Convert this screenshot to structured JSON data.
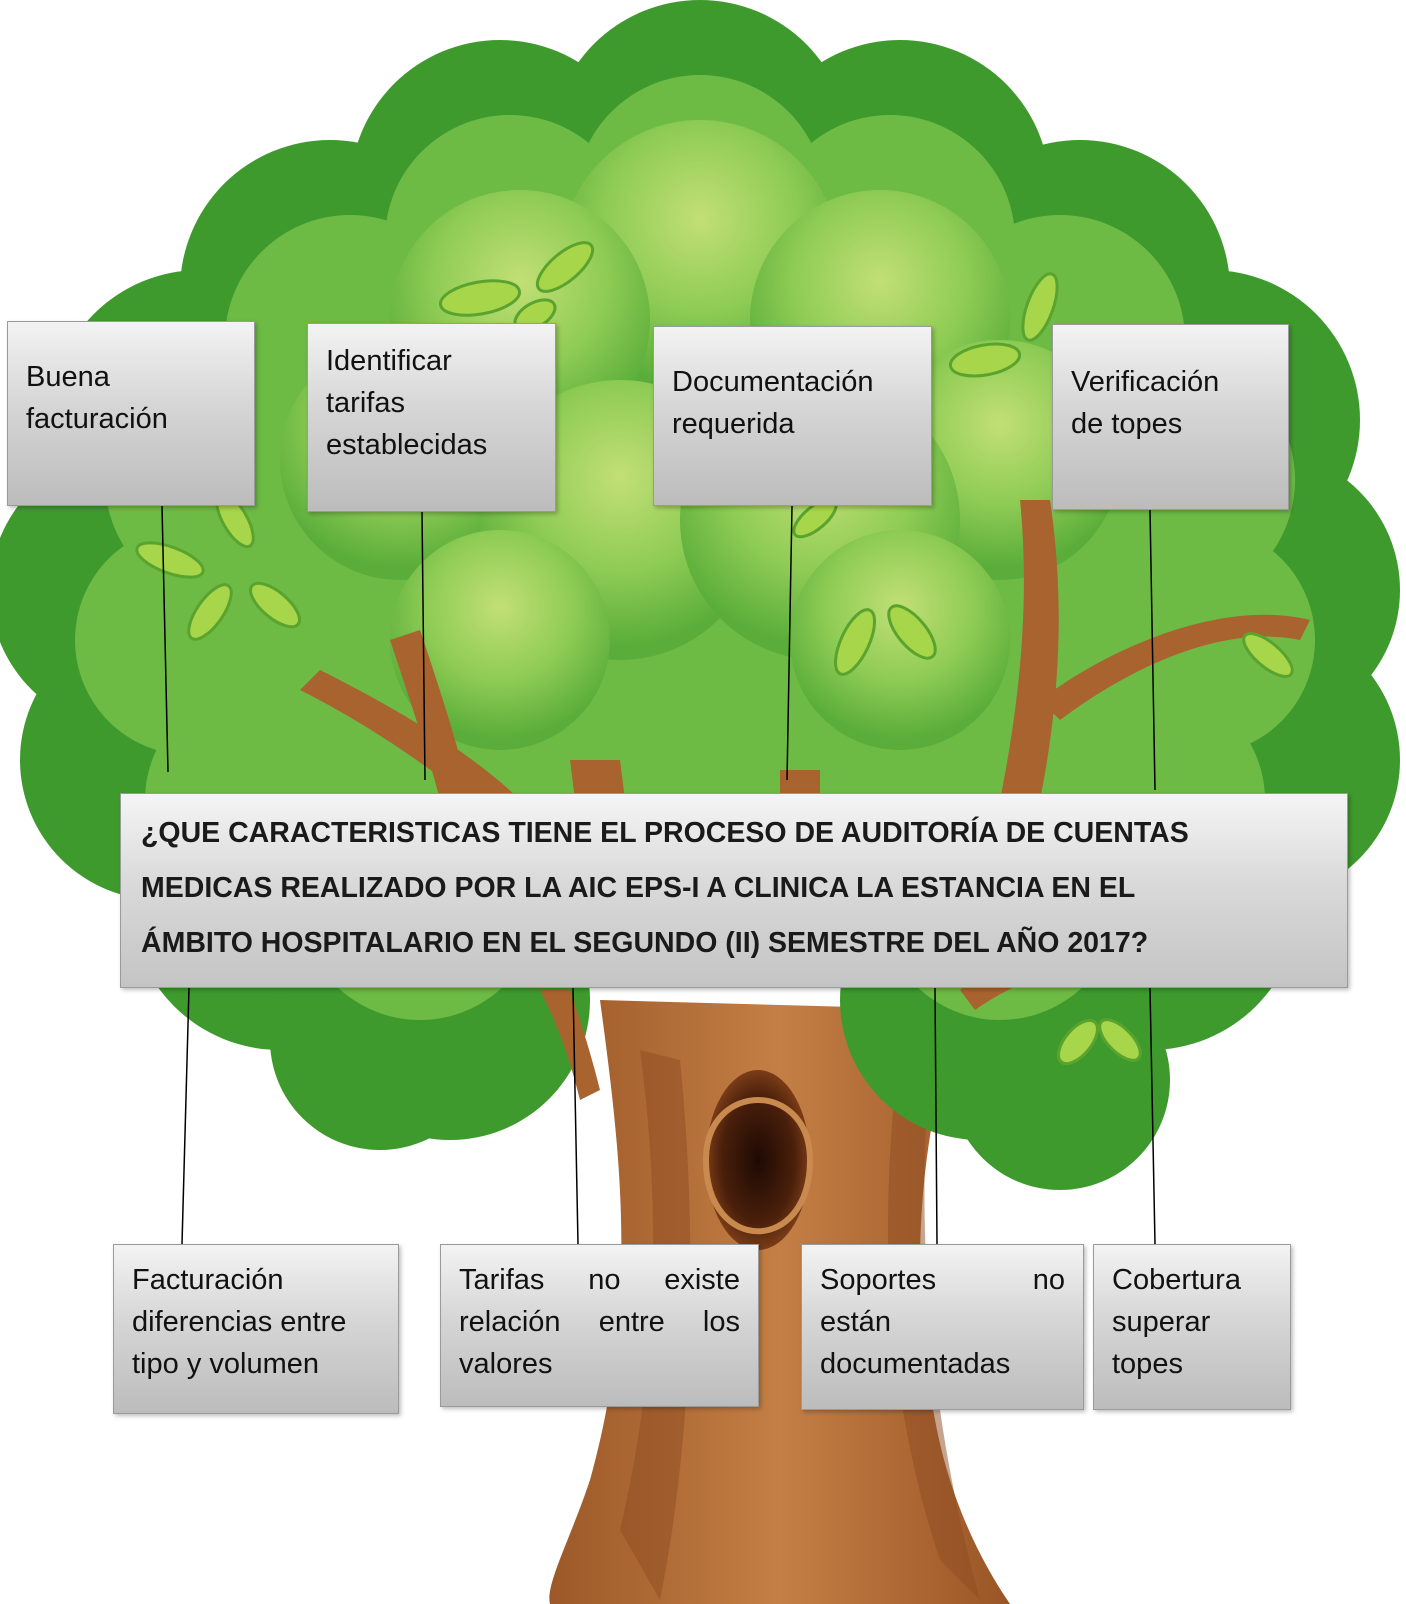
{
  "question": {
    "lines": [
      "¿QUE CARACTERISTICAS TIENE EL PROCESO DE AUDITORÍA DE CUENTAS",
      "MEDICAS REALIZADO POR LA AIC EPS-I A CLINICA LA ESTANCIA EN EL",
      "ÁMBITO HOSPITALARIO EN EL SEGUNDO (II) SEMESTRE DEL AÑO 2017?"
    ]
  },
  "top_boxes": [
    {
      "lines": [
        "Buena",
        "facturación"
      ]
    },
    {
      "lines": [
        "Identificar",
        "tarifas",
        "establecidas"
      ]
    },
    {
      "lines": [
        "Documentación",
        "requerida"
      ]
    },
    {
      "lines": [
        "Verificación",
        "de topes"
      ]
    }
  ],
  "bottom_boxes": [
    {
      "lines": [
        "Facturación",
        "diferencias  entre",
        "tipo y volumen"
      ]
    },
    {
      "lines": [
        "Tarifas no existe",
        "relación entre los",
        "valores"
      ]
    },
    {
      "lines": [
        "Soportes no",
        "están",
        "documentadas"
      ]
    },
    {
      "lines": [
        "Cobertura",
        "superar",
        "topes"
      ]
    }
  ],
  "colors": {
    "canopy_dark": "#3f9a2e",
    "canopy_mid": "#6dbb45",
    "canopy_light": "#b4d86a",
    "trunk": "#a9632f",
    "trunk_light": "#c98a4f",
    "hollow": "#3a1708",
    "leaf": "#8cc63f",
    "box_fill": "#d0d0d0"
  }
}
